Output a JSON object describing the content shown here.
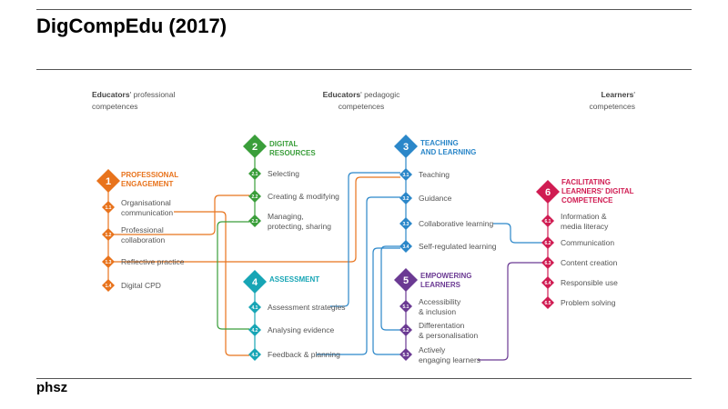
{
  "slide": {
    "title": "DigCompEdu (2017)",
    "footer": "phsz"
  },
  "headers": {
    "educators_professional": {
      "bold": "Educators",
      "rest": "' professional",
      "line2": "competences"
    },
    "educators_pedagogic": {
      "bold": "Educators",
      "rest": "' pedagogic",
      "line2": "competences"
    },
    "learners": {
      "bold": "Learners",
      "rest": "'",
      "line2": "competences"
    }
  },
  "colors": {
    "professional": "#e8731c",
    "resources": "#3a9e3a",
    "teaching": "#2b87c9",
    "assessment": "#17a5b5",
    "empowering": "#6b3a93",
    "facilitating": "#d01c52"
  },
  "areas": {
    "professional": {
      "number": "1",
      "title_line1": "PROFESSIONAL",
      "title_line2": "ENGAGEMENT",
      "items": [
        {
          "code": "1.1",
          "line1": "Organisational",
          "line2": "communication"
        },
        {
          "code": "1.2",
          "line1": "Professional",
          "line2": "collaboration"
        },
        {
          "code": "1.3",
          "line1": "Reflective practice",
          "line2": ""
        },
        {
          "code": "1.4",
          "line1": "Digital CPD",
          "line2": ""
        }
      ]
    },
    "resources": {
      "number": "2",
      "title_line1": "DIGITAL",
      "title_line2": "RESOURCES",
      "items": [
        {
          "code": "2.1",
          "line1": "Selecting",
          "line2": ""
        },
        {
          "code": "2.2",
          "line1": "Creating & modifying",
          "line2": ""
        },
        {
          "code": "2.3",
          "line1": "Managing,",
          "line2": "protecting, sharing"
        }
      ]
    },
    "teaching": {
      "number": "3",
      "title_line1": "TEACHING",
      "title_line2": "AND LEARNING",
      "items": [
        {
          "code": "3.1",
          "line1": "Teaching",
          "line2": ""
        },
        {
          "code": "3.2",
          "line1": "Guidance",
          "line2": ""
        },
        {
          "code": "3.3",
          "line1": "Collaborative learning",
          "line2": ""
        },
        {
          "code": "3.4",
          "line1": "Self-regulated learning",
          "line2": ""
        }
      ]
    },
    "assessment": {
      "number": "4",
      "title_line1": "ASSESSMENT",
      "title_line2": "",
      "items": [
        {
          "code": "4.1",
          "line1": "Assessment strategies",
          "line2": ""
        },
        {
          "code": "4.2",
          "line1": "Analysing evidence",
          "line2": ""
        },
        {
          "code": "4.3",
          "line1": "Feedback & planning",
          "line2": ""
        }
      ]
    },
    "empowering": {
      "number": "5",
      "title_line1": "EMPOWERING",
      "title_line2": "LEARNERS",
      "items": [
        {
          "code": "5.1",
          "line1": "Accessibility",
          "line2": "& inclusion"
        },
        {
          "code": "5.2",
          "line1": "Differentation",
          "line2": "& personalisation"
        },
        {
          "code": "5.3",
          "line1": "Actively",
          "line2": "engaging learners"
        }
      ]
    },
    "facilitating": {
      "number": "6",
      "title_line1": "FACILITATING",
      "title_line2": "LEARNERS' DIGITAL",
      "title_line3": "COMPETENCE",
      "items": [
        {
          "code": "6.1",
          "line1": "Information &",
          "line2": "media literacy"
        },
        {
          "code": "6.2",
          "line1": "Communication",
          "line2": ""
        },
        {
          "code": "6.3",
          "line1": "Content creation",
          "line2": ""
        },
        {
          "code": "6.4",
          "line1": "Responsible use",
          "line2": ""
        },
        {
          "code": "6.5",
          "line1": "Problem solving",
          "line2": ""
        }
      ]
    }
  }
}
